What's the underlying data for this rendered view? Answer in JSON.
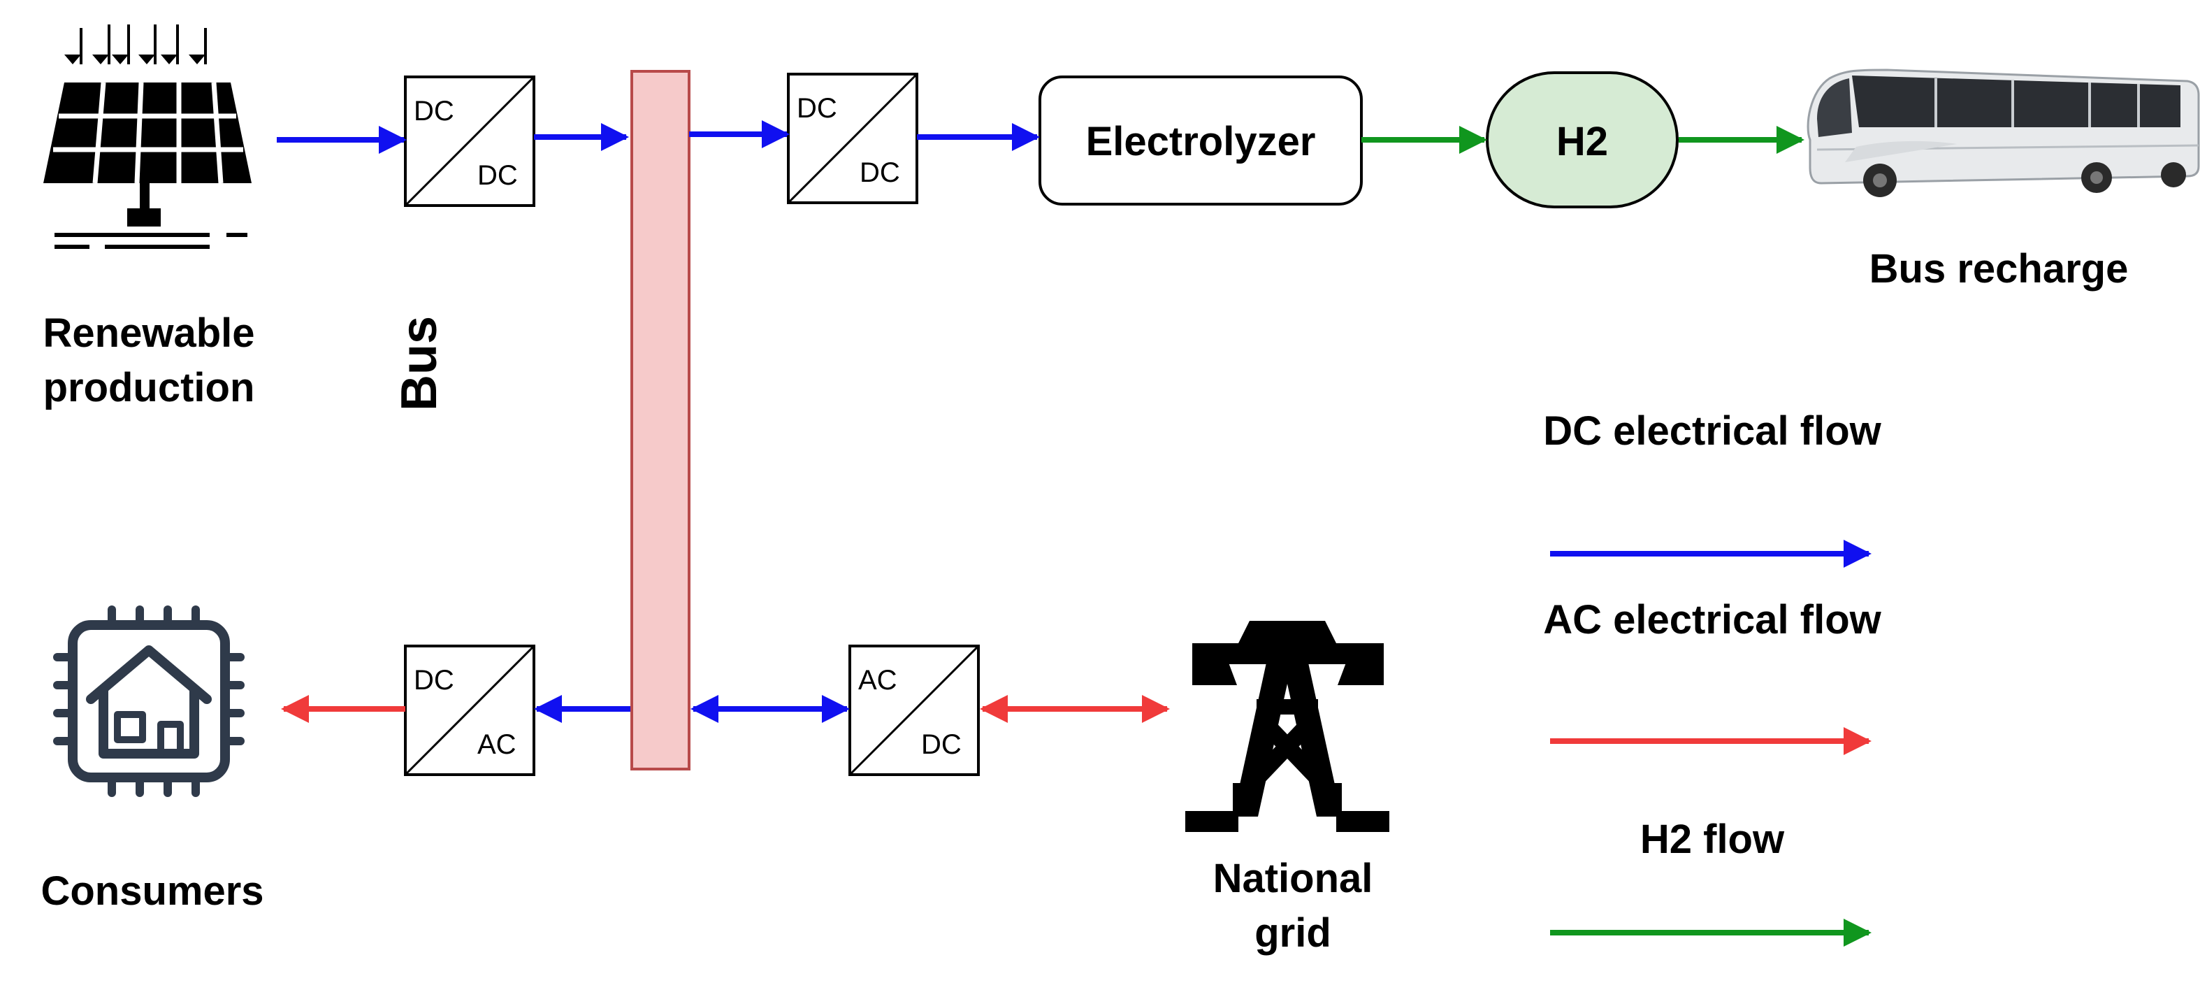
{
  "labels": {
    "renewable": "Renewable production",
    "bus": "Bus",
    "bus_recharge": "Bus recharge",
    "consumers": "Consumers",
    "national_grid": "National grid"
  },
  "nodes": {
    "electrolyzer": "Electrolyzer",
    "h2": "H2"
  },
  "converters": [
    {
      "id": "pv-dcdc",
      "top": "DC",
      "bottom": "DC"
    },
    {
      "id": "electrolyzer-dcdc",
      "top": "DC",
      "bottom": "DC"
    },
    {
      "id": "consumer-dcac",
      "top": "DC",
      "bottom": "AC"
    },
    {
      "id": "grid-acdc",
      "top": "AC",
      "bottom": "DC"
    }
  ],
  "legend": {
    "dc": "DC electrical flow",
    "ac": "AC electrical flow",
    "h2": "H2 flow"
  },
  "colors": {
    "dc_flow": "#1010f0",
    "ac_flow": "#f03a3a",
    "h2_flow": "#10961e",
    "bus_fill": "#f6caca",
    "bus_stroke": "#b84a4a",
    "h2_fill": "#d6ebd4",
    "icon_dark": "#2f3a4a"
  }
}
